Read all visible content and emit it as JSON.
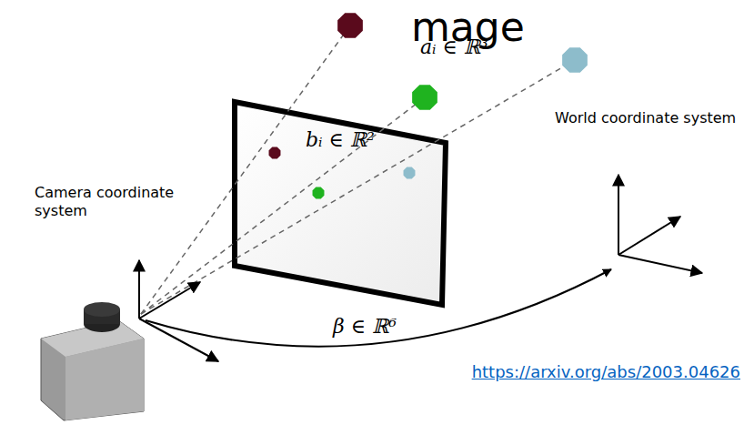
{
  "diagram": {
    "title": "mage",
    "labels": [
      "aᵢ ∈ ℝ³",
      "bᵢ ∈ ℝ²",
      "World coordinate system",
      "Camera coordinate system",
      "β ∈ ℝ⁶",
      "https://arxiv.org/abs/2003.04626"
    ]
  }
}
